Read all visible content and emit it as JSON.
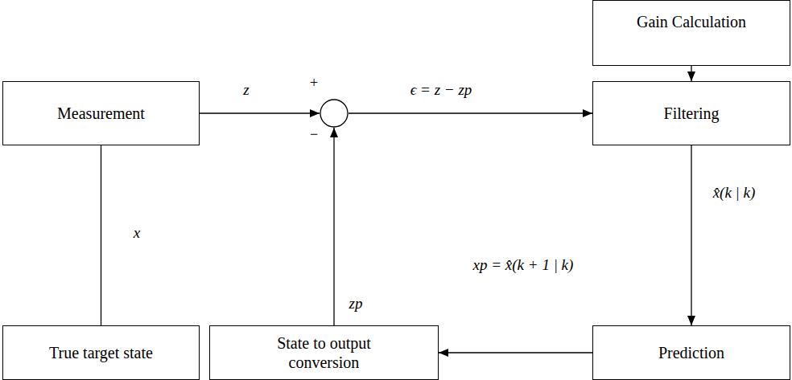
{
  "diagram": {
    "nodes": [
      {
        "text": [
          "Gain Calculation"
        ]
      },
      {
        "text": [
          "Measurement"
        ]
      },
      {
        "text": [
          "+",
          "−"
        ]
      },
      {
        "text": [
          "Filtering"
        ]
      },
      {
        "text": [
          "True target state"
        ]
      },
      {
        "text": [
          "State to output conversion"
        ]
      },
      {
        "text": [
          "Prediction"
        ]
      }
    ],
    "edges": [
      {
        "from": 4,
        "to": 1,
        "arrow": "none",
        "label": "x"
      },
      {
        "from": 1,
        "to": 2,
        "arrow": "to",
        "label": "z"
      },
      {
        "from": 2,
        "to": 3,
        "arrow": "to",
        "label": "ϵ = z − zp"
      },
      {
        "from": 0,
        "to": 3,
        "arrow": "to"
      },
      {
        "from": 3,
        "to": 6,
        "arrow": "to",
        "label": "x̂(k | k)"
      },
      {
        "from": 6,
        "to": 5,
        "arrow": "to",
        "label": "xp = x̂(k + 1 | k)"
      },
      {
        "from": 5,
        "to": 2,
        "arrow": "to",
        "label": "zp"
      }
    ]
  }
}
